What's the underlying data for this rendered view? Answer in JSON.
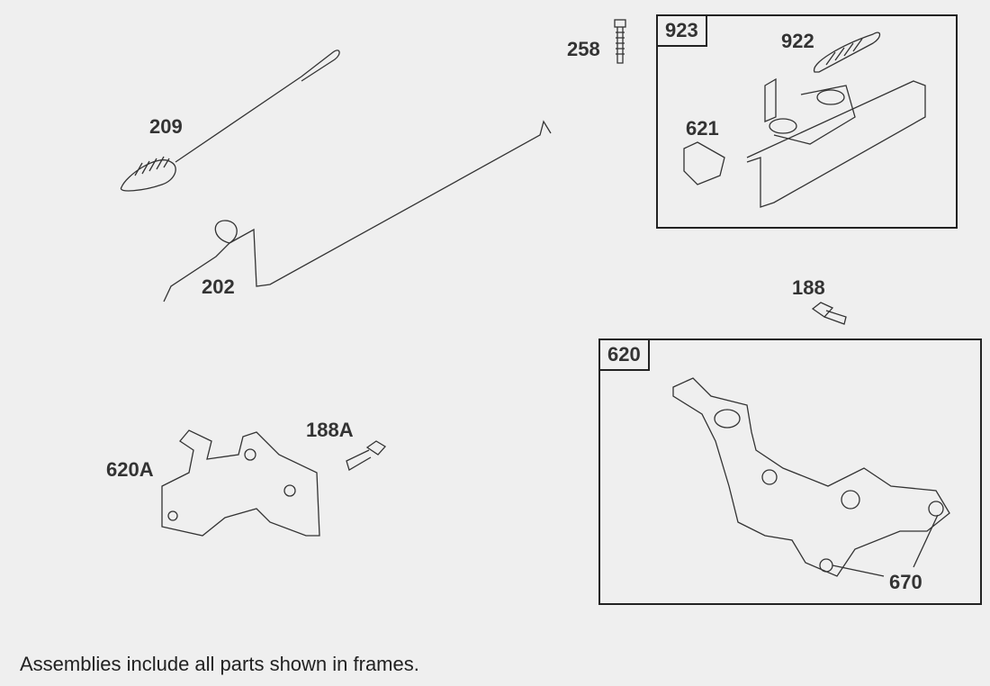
{
  "parts": {
    "p209": "209",
    "p202": "202",
    "p258": "258",
    "p923": "923",
    "p922": "922",
    "p621": "621",
    "p188": "188",
    "p620": "620",
    "p620A": "620A",
    "p188A": "188A",
    "p670": "670"
  },
  "footnote": "Assemblies include all parts shown in frames."
}
